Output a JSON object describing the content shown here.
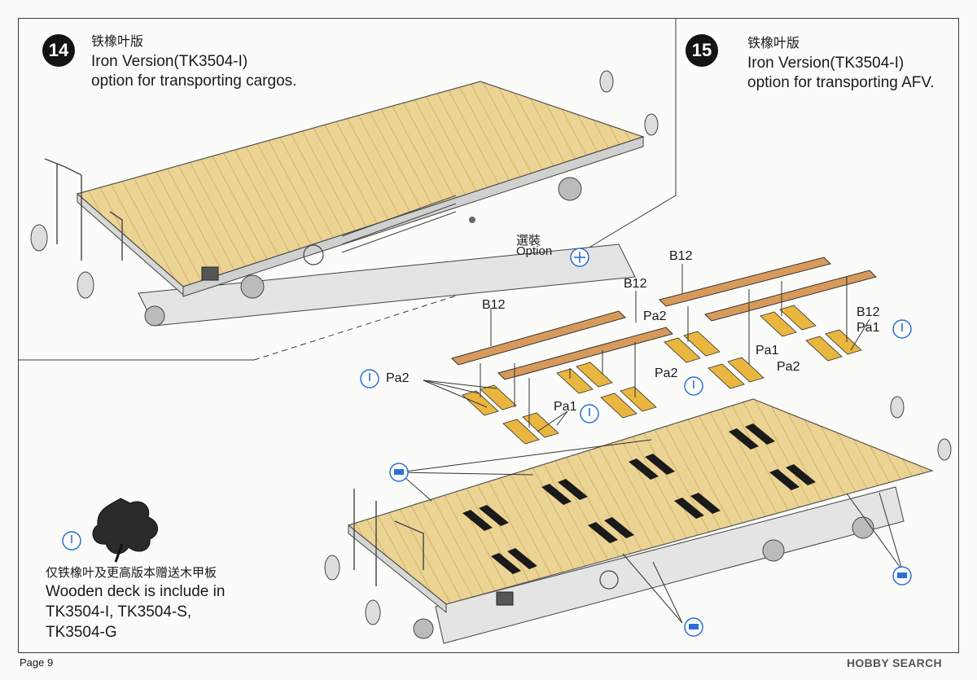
{
  "page": {
    "number": "Page 9",
    "watermark": "HOBBY SEARCH"
  },
  "step14": {
    "number": "14",
    "title_cn": "铁橡叶版",
    "title": "Iron Version(TK3504-I)",
    "subtitle": "option for transporting cargos."
  },
  "step15": {
    "number": "15",
    "title_cn": "铁橡叶版",
    "title": "Iron Version(TK3504-I)",
    "subtitle": "option for transporting AFV."
  },
  "option": {
    "cn": "選裝",
    "en": "Option"
  },
  "parts": {
    "b12": "B12",
    "pa1": "Pa1",
    "pa2": "Pa2"
  },
  "note": {
    "cn": "仅铁橡叶及更高版本赠送木甲板",
    "line1": "Wooden deck is include in",
    "line2": "TK3504-I, TK3504-S,",
    "line3": "TK3504-G"
  },
  "colors": {
    "deck": "#e8cf8a",
    "deck_plank": "#c9a85c",
    "rail": "#d79a5a",
    "plate": "#e9b640",
    "icon_blue": "#2a6fd6"
  }
}
